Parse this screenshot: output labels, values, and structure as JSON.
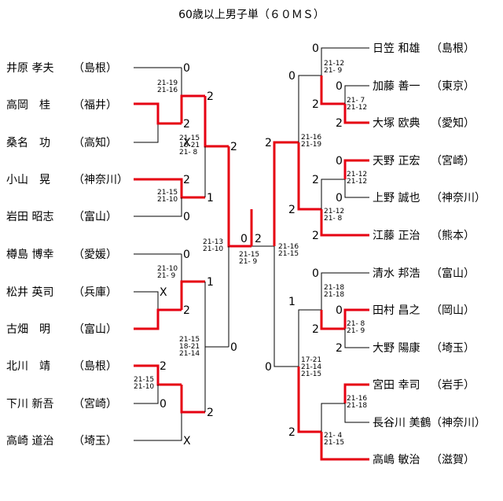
{
  "title": "60歳以上男子単（６０ＭＳ）",
  "colors": {
    "win_line": "#e60012",
    "line": "#000000"
  },
  "left_players": [
    {
      "name": "井原 孝夫",
      "pref": "（島根）"
    },
    {
      "name": "高岡　桂",
      "pref": "（福井）"
    },
    {
      "name": "桑名　功",
      "pref": "（高知）"
    },
    {
      "name": "小山　晃",
      "pref": "（神奈川）"
    },
    {
      "name": "岩田 昭志",
      "pref": "（富山）"
    },
    {
      "name": "樽島 博幸",
      "pref": "（愛媛）"
    },
    {
      "name": "松井 英司",
      "pref": "（兵庫）"
    },
    {
      "name": "古畑　明",
      "pref": "（富山）"
    },
    {
      "name": "北川　靖",
      "pref": "（島根）"
    },
    {
      "name": "下川 新吾",
      "pref": "（宮崎）"
    },
    {
      "name": "高崎 道治",
      "pref": "（埼玉）"
    }
  ],
  "right_players": [
    {
      "name": "日笠 和雄",
      "pref": "（島根）"
    },
    {
      "name": "加藤 善一",
      "pref": "（東京）"
    },
    {
      "name": "大塚 欧典",
      "pref": "（愛知）"
    },
    {
      "name": "天野 正宏",
      "pref": "（宮崎）"
    },
    {
      "name": "上野 誠也",
      "pref": "（神奈川）"
    },
    {
      "name": "江藤 正治",
      "pref": "（熊本）"
    },
    {
      "name": "清水 邦浩",
      "pref": "（富山）"
    },
    {
      "name": "田村 昌之",
      "pref": "（岡山）"
    },
    {
      "name": "大野 陽康",
      "pref": "（埼玉）"
    },
    {
      "name": "宮田 幸司",
      "pref": "（岩手）"
    },
    {
      "name": "長谷川 美鶴",
      "pref": "（神奈川）"
    },
    {
      "name": "高嶋 敏治",
      "pref": "（滋賀）"
    }
  ],
  "scores": [
    {
      "id": "L1a",
      "t": "0"
    },
    {
      "id": "L1b",
      "t": "2"
    },
    {
      "id": "L1c",
      "t": "X"
    },
    {
      "id": "L1d",
      "t": "2"
    },
    {
      "id": "L1e",
      "t": "0"
    },
    {
      "id": "L1f",
      "t": "0"
    },
    {
      "id": "L1g",
      "t": "X"
    },
    {
      "id": "L1h",
      "t": "2"
    },
    {
      "id": "L1i",
      "t": "2"
    },
    {
      "id": "L1j",
      "t": "0"
    },
    {
      "id": "L1k",
      "t": "X"
    },
    {
      "id": "L2a",
      "t": "2"
    },
    {
      "id": "L2b",
      "t": "1"
    },
    {
      "id": "L2c",
      "t": "1"
    },
    {
      "id": "L2d",
      "t": "2"
    },
    {
      "id": "L3a",
      "t": "2"
    },
    {
      "id": "L3b",
      "t": "0"
    },
    {
      "id": "FL",
      "t": "0"
    },
    {
      "id": "FR",
      "t": "2"
    },
    {
      "id": "R3a",
      "t": "2"
    },
    {
      "id": "R3b",
      "t": "0"
    },
    {
      "id": "R2a",
      "t": "0"
    },
    {
      "id": "R2b",
      "t": "2"
    },
    {
      "id": "R2c",
      "t": "1"
    },
    {
      "id": "R2d",
      "t": "2"
    },
    {
      "id": "R1a",
      "t": "0"
    },
    {
      "id": "R1b",
      "t": "2"
    },
    {
      "id": "R1c",
      "t": "0"
    },
    {
      "id": "R1d",
      "t": "2"
    },
    {
      "id": "R1e",
      "t": "0"
    },
    {
      "id": "R1f",
      "t": "2"
    },
    {
      "id": "R1g",
      "t": "0"
    },
    {
      "id": "R1h",
      "t": "2"
    },
    {
      "id": "R1i",
      "t": "0"
    },
    {
      "id": "R1j",
      "t": "2"
    },
    {
      "id": "R1k",
      "t": "0"
    },
    {
      "id": "R1l",
      "t": "2"
    }
  ],
  "game_scores": [
    {
      "id": "gL1",
      "lines": [
        "21-19",
        "21-16"
      ]
    },
    {
      "id": "gL2",
      "lines": [
        "21-15",
        "21-10"
      ]
    },
    {
      "id": "gL3",
      "lines": [
        "21-10",
        "21- 9"
      ]
    },
    {
      "id": "gL4",
      "lines": [
        "21-15",
        "21-10"
      ]
    },
    {
      "id": "gL5",
      "lines": [
        "21-15",
        "16-21",
        "21- 8"
      ]
    },
    {
      "id": "gL6",
      "lines": [
        "21-15",
        "18-21",
        "21-14"
      ]
    },
    {
      "id": "gL7",
      "lines": [
        "21-13",
        "21-10"
      ]
    },
    {
      "id": "gF",
      "lines": [
        "21-15",
        "21- 9"
      ]
    },
    {
      "id": "gR7",
      "lines": [
        "21-16",
        "21-15"
      ]
    },
    {
      "id": "gR5",
      "lines": [
        "21-16",
        "21-19"
      ]
    },
    {
      "id": "gR6",
      "lines": [
        "17-21",
        "21-14",
        "21-15"
      ]
    },
    {
      "id": "gR1",
      "lines": [
        "21-12",
        "21- 9"
      ]
    },
    {
      "id": "gR2",
      "lines": [
        "21- 7",
        "21-12"
      ]
    },
    {
      "id": "gR3",
      "lines": [
        "21-12",
        "21-12"
      ]
    },
    {
      "id": "gR4",
      "lines": [
        "21-12",
        "21- 8"
      ]
    },
    {
      "id": "gR8",
      "lines": [
        "21-18",
        "21-18"
      ]
    },
    {
      "id": "gR9",
      "lines": [
        "21- 8",
        "21- 9"
      ]
    },
    {
      "id": "gR10",
      "lines": [
        "21-16",
        "21-18"
      ]
    },
    {
      "id": "gR11",
      "lines": [
        "21- 4",
        "21-15"
      ]
    }
  ]
}
